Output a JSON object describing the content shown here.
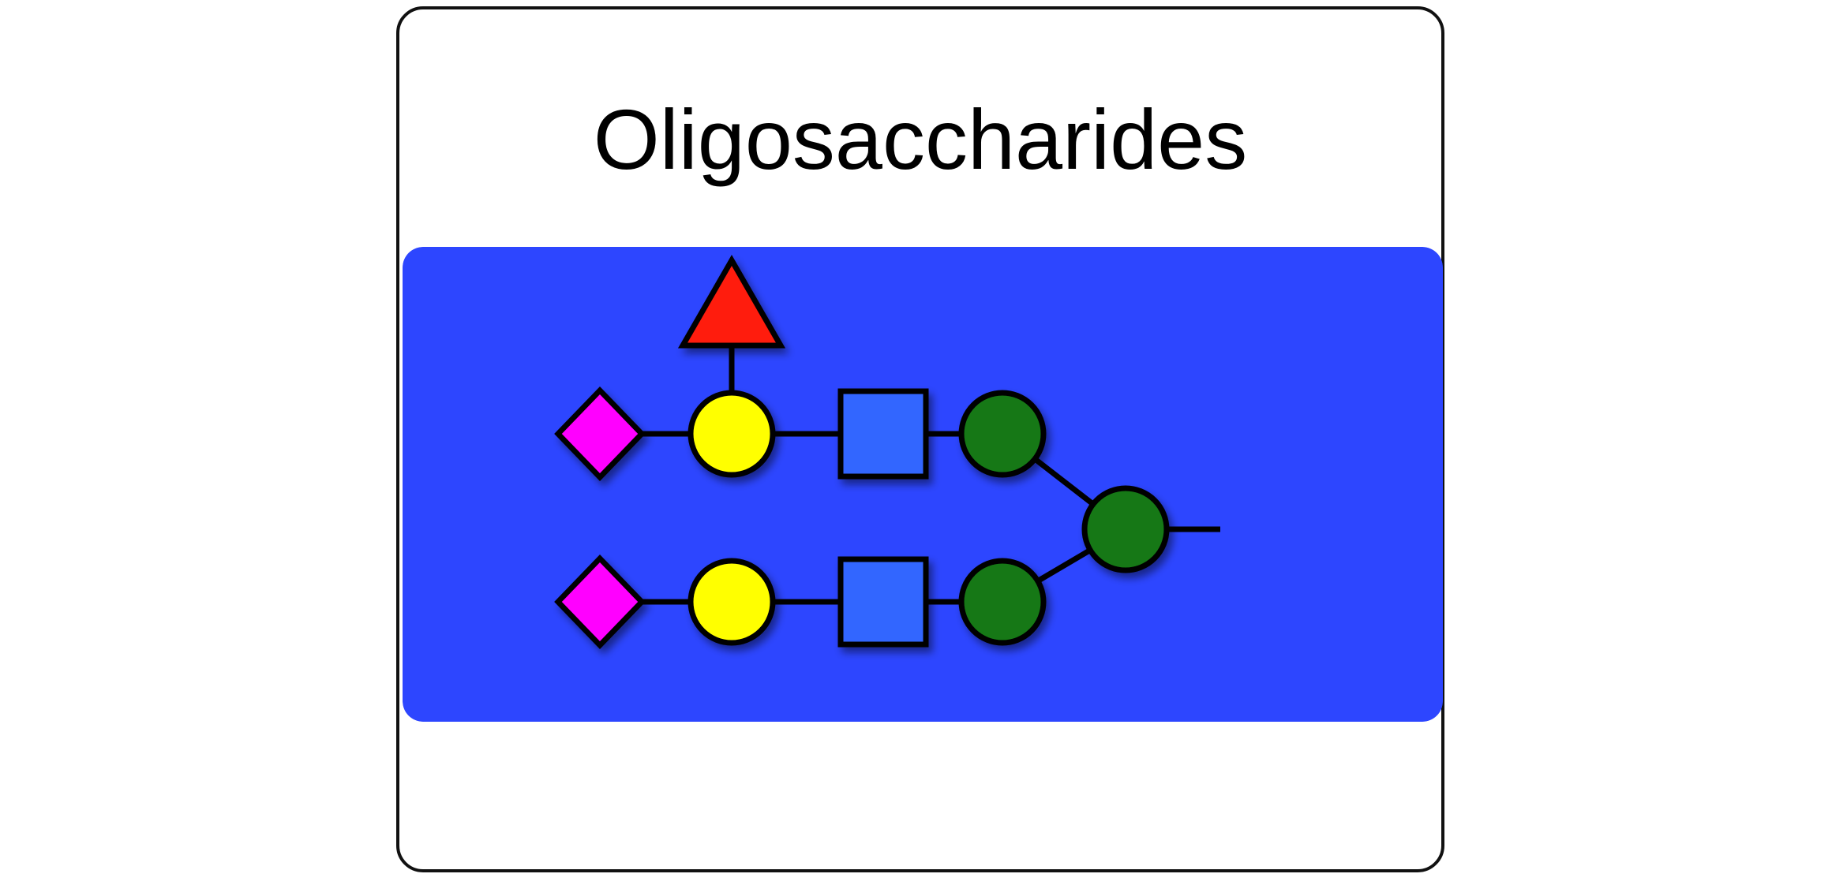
{
  "title": "Oligosaccharides",
  "colors": {
    "panel_background": "#2d46ff",
    "outline": "#000000",
    "fucose_triangle": "#ff1a0a",
    "galactose_circle": "#ffff00",
    "glcnac_square": "#3366ff",
    "mannose_circle": "#127812",
    "sialic_acid_diamond": "#ff00ff"
  },
  "glycan": {
    "branches": [
      {
        "name": "upper-branch",
        "residues": [
          "diamond",
          "circle-yellow",
          "square-blue",
          "circle-green"
        ],
        "substituent": "triangle-red"
      },
      {
        "name": "lower-branch",
        "residues": [
          "diamond",
          "circle-yellow",
          "square-blue",
          "circle-green"
        ]
      }
    ],
    "core": [
      "circle-green"
    ]
  }
}
